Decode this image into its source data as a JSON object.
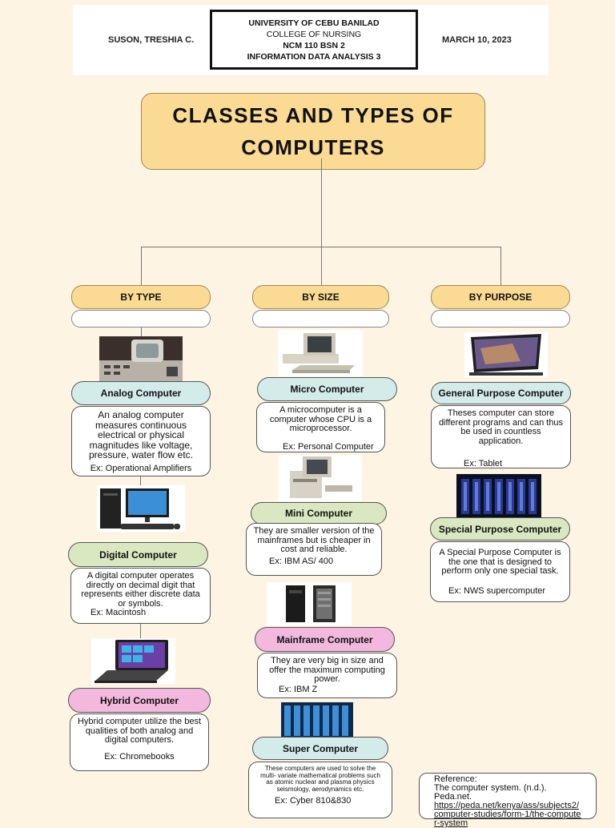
{
  "header": {
    "student": "SUSON, TRESHIA C.",
    "university": "UNIVERSITY OF CEBU BANILAD",
    "college": "COLLEGE OF NURSING",
    "course": "NCM 110 BSN 2",
    "subject": "INFORMATION DATA ANALYSIS 3",
    "date": "MARCH 10, 2023"
  },
  "title": "CLASSES AND TYPES OF COMPUTERS",
  "categories": {
    "type": "BY TYPE",
    "size": "BY SIZE",
    "purpose": "BY PURPOSE"
  },
  "by_type": [
    {
      "name": "Analog Computer",
      "desc": "An analog computer measures continuous electrical or physical magnitudes like voltage, pressure, water flow etc.",
      "example": "Ex: Operational Amplifiers"
    },
    {
      "name": "Digital Computer",
      "desc": "A digital computer operates directly on decimal digit that represents either discrete data or symbols.",
      "example": "Ex:  Macintosh"
    },
    {
      "name": "Hybrid Computer",
      "desc": "Hybrid computer utilize the best qualities of both analog and digital computers.",
      "example": "Ex: Chromebooks"
    }
  ],
  "by_size": [
    {
      "name": "Micro Computer",
      "desc": "A microcomputer is a computer whose CPU is a microprocessor.",
      "example": "Ex:  Personal Computer"
    },
    {
      "name": "Mini Computer",
      "desc": "They are smaller version of the mainframes but is cheaper in cost and reliable.",
      "example": "Ex: IBM AS/ 400"
    },
    {
      "name": "Mainframe Computer",
      "desc": "They are very big in size and offer the maximum computing power.",
      "example": "Ex: IBM Z"
    },
    {
      "name": "Super Computer",
      "desc": "These computers are used to solve the multi- variate mathematical problems such as atomic nuclear and plasma physics seismology, aerodynamics etc.",
      "example": "Ex: Cyber 810&830"
    }
  ],
  "by_purpose": [
    {
      "name": "General Purpose Computer",
      "desc": "Theses computer can store different programs and can thus be used in countless application.",
      "example": "Ex: Tablet"
    },
    {
      "name": "Special Purpose Computer",
      "desc": "A Special Purpose Computer is the one that is designed to perform only one special task.",
      "example": "Ex: NWS supercomputer"
    }
  ],
  "reference": {
    "heading": "Reference:",
    "citation": "The computer system. (n.d.). Peda.net.",
    "link": "https://peda.net/kenya/ass/subjects2/computer-studies/form-1/the-computer-system"
  },
  "images": {
    "analog": "analog-computer-photo",
    "digital": "desktop-computer-photo",
    "hybrid": "hybrid-laptop-photo",
    "micro": "micro-computer-photo",
    "mini": "mini-computer-photo",
    "mainframe": "mainframe-photo",
    "super": "supercomputer-photo",
    "tablet": "tablet-photo",
    "special": "special-purpose-photo"
  },
  "colors": {
    "background": "#fdf4e3",
    "title_fill": "#fbdb94",
    "teal_pill": "#d3ece9",
    "green_pill": "#d9e8c0",
    "pink_pill": "#f2b8de"
  }
}
